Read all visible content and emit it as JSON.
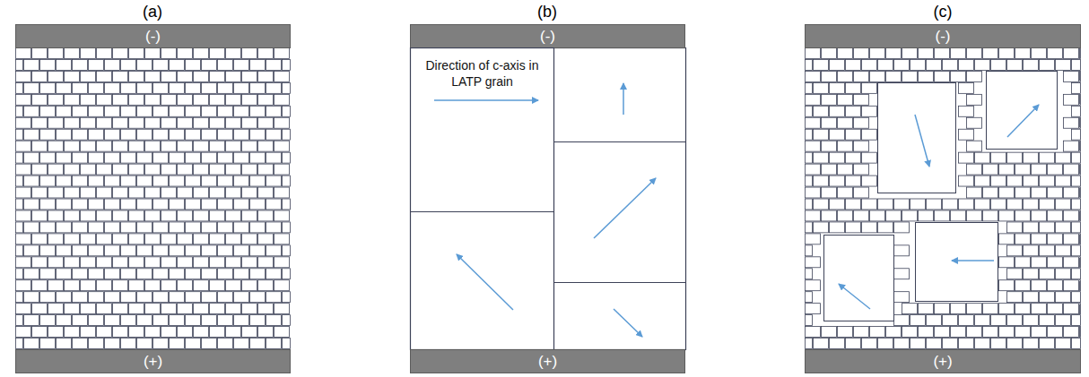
{
  "diagram": {
    "nodes": [
      {
        "text": [
          "(-)"
        ]
      },
      {
        "text": [
          "(+)"
        ]
      },
      {
        "text": [
          "(-)"
        ]
      },
      {
        "text": [
          "Direction of c-axis in LATP grain"
        ]
      },
      {
        "text": [
          "(+)"
        ]
      },
      {
        "text": [
          "(-)"
        ]
      },
      {
        "text": [
          "(+)"
        ]
      }
    ],
    "labels": [
      "(a)",
      "(b)",
      "(c)"
    ]
  }
}
